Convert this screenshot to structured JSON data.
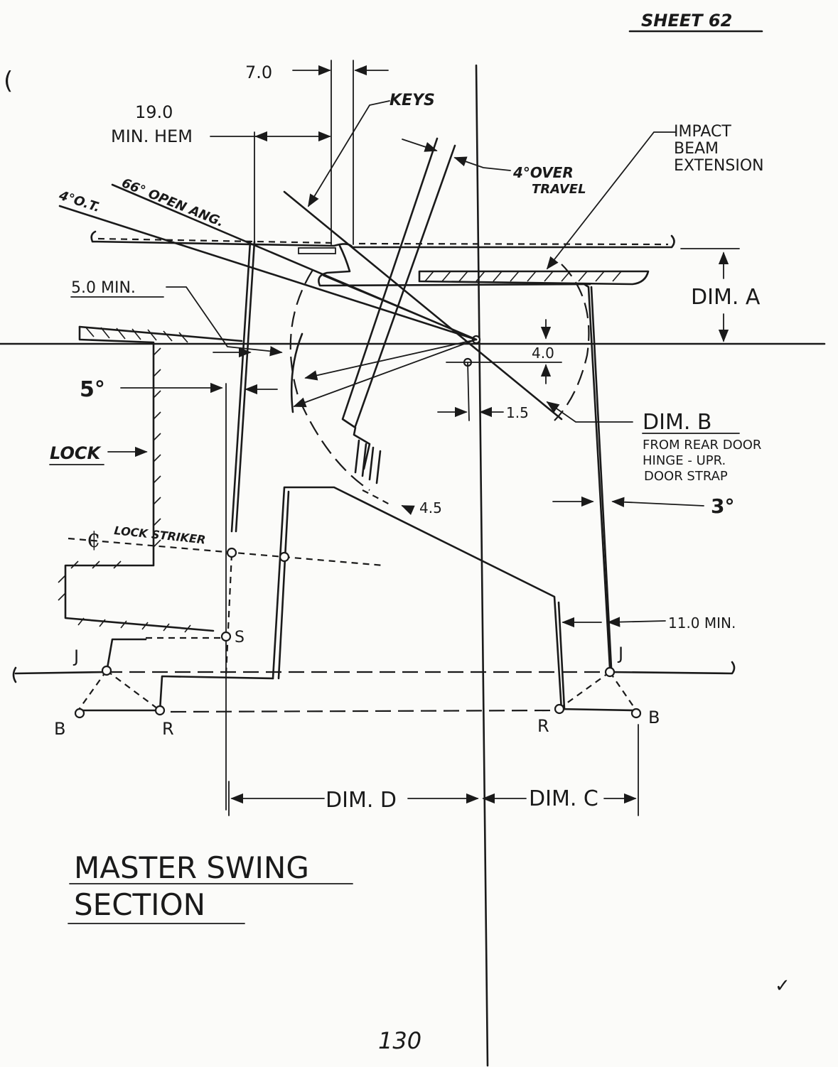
{
  "sheet_label": "SHEET 62",
  "page_number": "130",
  "title_line1": "MASTER SWING",
  "title_line2": "SECTION",
  "labels": {
    "dim_7": "7.0",
    "dim_19": "19.0",
    "min_hem": "MIN. HEM",
    "keys": "KEYS",
    "over_travel_1": "4°OVER",
    "over_travel_2": "TRAVEL",
    "impact_1": "IMPACT",
    "impact_2": "BEAM",
    "impact_3": "EXTENSION",
    "open_ang": "66° OPEN ANG.",
    "ot": "4°O.T.",
    "five_min": "5.0 MIN.",
    "dim_a": "DIM. A",
    "four_0": "4.0",
    "five_deg": "5°",
    "one_five": "1.5",
    "dim_b": "DIM. B",
    "dim_b_1": "FROM REAR DOOR",
    "dim_b_2": "HINGE - UPR.",
    "dim_b_3": "DOOR STRAP",
    "lock": "LOCK",
    "four_5": "4.5",
    "three_deg": "3°",
    "lock_striker": "LOCK STRIKER",
    "eleven_min": "11.0 MIN.",
    "s": "S",
    "j_left": "J",
    "j_right": "J",
    "b_left": "B",
    "r_left": "R",
    "r_right": "R",
    "b_right": "B",
    "dim_d": "DIM. D",
    "dim_c": "DIM. C",
    "check": "✓",
    "paren": "("
  }
}
